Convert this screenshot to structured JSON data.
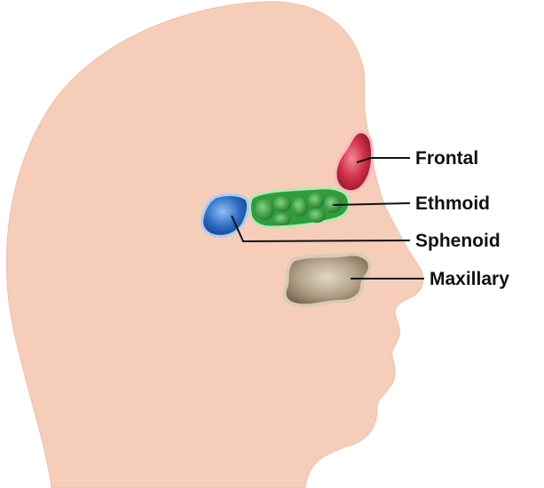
{
  "colors": {
    "background": "#ffffff",
    "skin": "#f6cdb8",
    "skin_edge": "#f2c2aa",
    "frontal": "#d2314a",
    "ethmoid": "#2e9e3a",
    "sphenoid": "#2f6fc6",
    "maxillary": "#a9987f",
    "leader_line": "#111111"
  },
  "labels": {
    "frontal": "Frontal",
    "ethmoid": "Ethmoid",
    "sphenoid": "Sphenoid",
    "maxillary": "Maxillary"
  }
}
